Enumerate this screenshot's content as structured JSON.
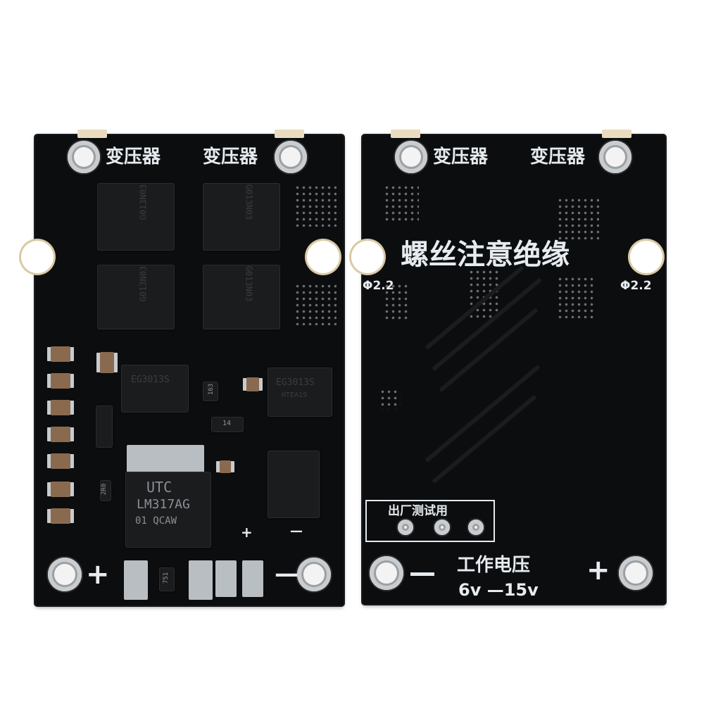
{
  "front_board": {
    "transformer_label_left": "变压器",
    "transformer_label_right": "变压器",
    "mosfets": [
      "G013N03",
      "G013N03",
      "G013N03",
      "G013N03"
    ],
    "driver_left": "EG3013S",
    "driver_right": "EG3013S",
    "driver_right_code": "HTEA19",
    "resistor_1": "163",
    "resistor_2": "14",
    "resistor_3": "2R0",
    "resistor_4": "751",
    "regulator_brand": "UTC",
    "regulator_model": "LM317AG",
    "regulator_code": "01 QCAW",
    "plus_sign": "+",
    "minus_sign": "—",
    "small_plus": "+",
    "small_minus": "—"
  },
  "back_board": {
    "transformer_label_left": "变压器",
    "transformer_label_right": "变压器",
    "warning": "螺丝注意绝缘",
    "hole_size_left": "Φ2.2",
    "hole_size_right": "Φ2.2",
    "factory_test": "出厂测试用",
    "working_voltage_label": "工作电压",
    "voltage_range": "6v —15v",
    "minus_sign": "—",
    "plus_sign": "+"
  },
  "colors": {
    "pcb": "#0c0d0f",
    "silkscreen": "#e6ebef",
    "pad": "#c7cbce",
    "substrate": "#e9dcc0"
  }
}
